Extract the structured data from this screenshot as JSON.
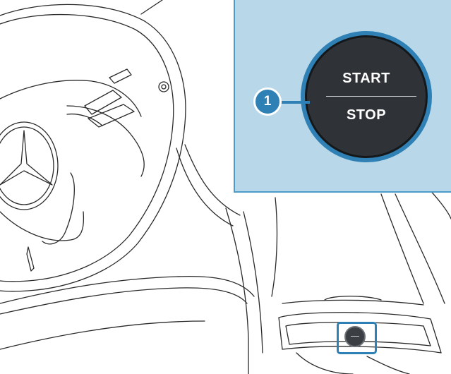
{
  "inset": {
    "button_label_top": "START",
    "button_label_bottom": "STOP",
    "callout_number": "1"
  },
  "colors": {
    "inset_background": "#b8d8ea",
    "accent": "#2f80b4",
    "button": "#2f3337",
    "line_art": "#2a2a2a"
  }
}
